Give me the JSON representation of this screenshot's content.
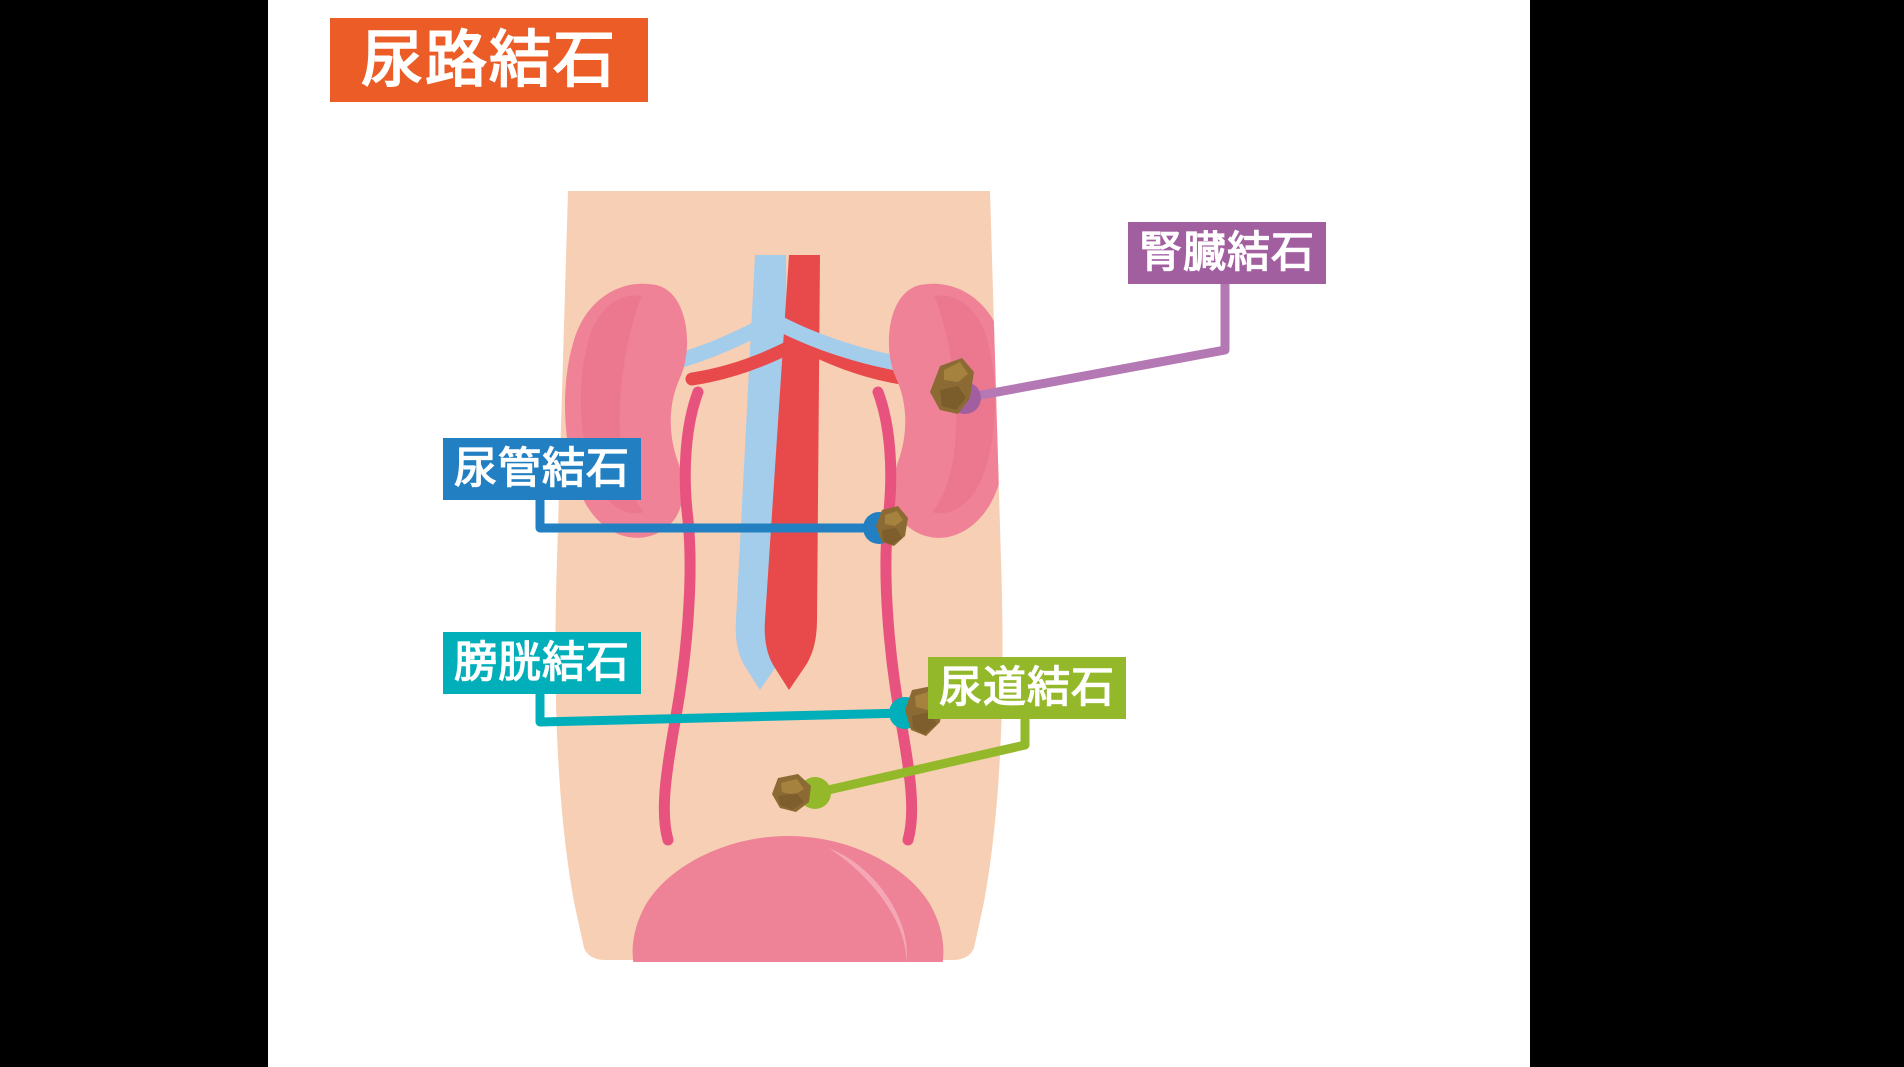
{
  "page": {
    "title": "尿路結石",
    "title_bg_color": "#EC5C26",
    "title_text_color": "#FFFFFF",
    "background_color": "#FFFFFF",
    "letterbox_color": "#000000"
  },
  "figure": {
    "kind": "anatomical-illustration",
    "subject": "urinary-tract-stones",
    "body_color": "#F7CFB4",
    "organ_colors": {
      "kidney": "#EF8296",
      "kidney_shade": "#E9718A",
      "bladder": "#EE8297",
      "bladder_highlight": "#F29FAE",
      "ureter": "#E8527F",
      "vein_vena_cava": "#A4CCEB",
      "artery_aorta": "#E8494A",
      "stone": "#8C6A33",
      "stone_light": "#A6823F",
      "stone_dark": "#6E5225"
    }
  },
  "labels": [
    {
      "id": "kidney-stone",
      "text": "腎臓結石",
      "color": "#A25FA0",
      "reading": "jinzo-kesseki",
      "meaning": "kidney stone",
      "marker": "kidney-stone-marker"
    },
    {
      "id": "ureter-stone",
      "text": "尿管結石",
      "color": "#2280C2",
      "reading": "nyokan-kesseki",
      "meaning": "ureteral stone",
      "marker": "ureter-stone-marker"
    },
    {
      "id": "bladder-stone",
      "text": "膀胱結石",
      "color": "#00AFB9",
      "reading": "bokou-kesseki",
      "meaning": "bladder stone",
      "marker": "bladder-stone-marker"
    },
    {
      "id": "urethra-stone",
      "text": "尿道結石",
      "color": "#93B92A",
      "reading": "nyodo-kesseki",
      "meaning": "urethral stone",
      "marker": "urethra-stone-marker"
    }
  ]
}
